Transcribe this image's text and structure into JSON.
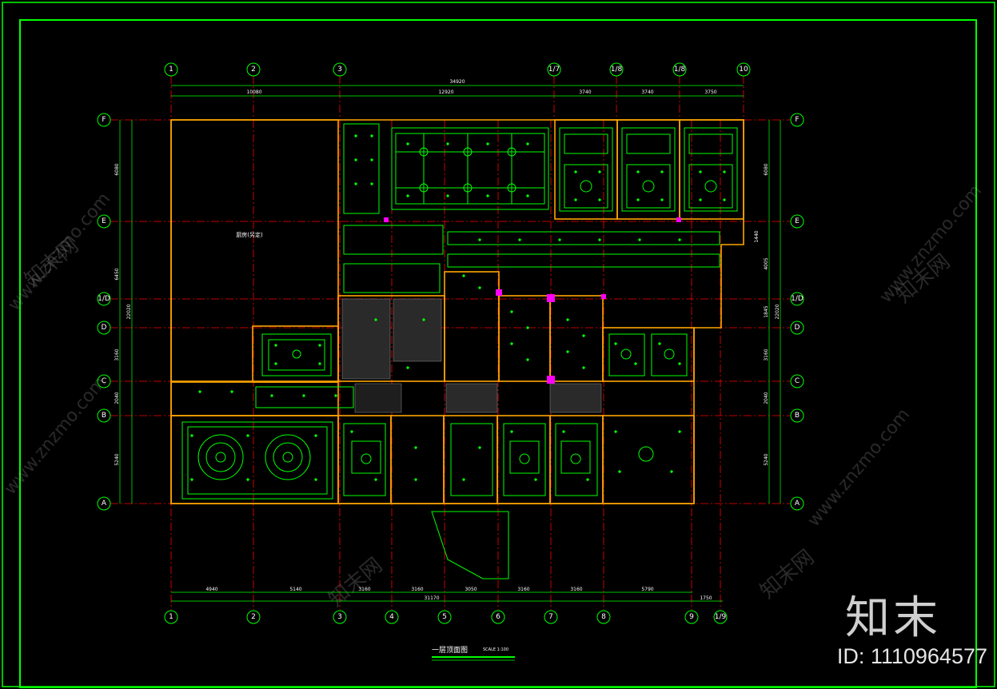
{
  "drawing": {
    "title": "一层顶面图",
    "scale": "SCALE 1:100",
    "room_label": "厨房(另定)"
  },
  "grid": {
    "top_axes": [
      "1",
      "2",
      "3",
      "1/7",
      "1/8",
      "1/8",
      "10"
    ],
    "bottom_axes": [
      "1",
      "2",
      "3",
      "4",
      "5",
      "6",
      "7",
      "8",
      "9",
      "1/9"
    ],
    "row_axes": [
      "F",
      "E",
      "1/D",
      "D",
      "C",
      "B",
      "A"
    ]
  },
  "dimensions": {
    "top_total": "34920",
    "top_segments": [
      "10080",
      "12920",
      "3740",
      "3740",
      "3750"
    ],
    "bottom_total": "31170",
    "bottom_segments": [
      "4940",
      "5140",
      "3160",
      "3160",
      "3050",
      "3160",
      "3160",
      "5790"
    ],
    "bottom_extra": "1750",
    "left_total": "22020",
    "left_segments": [
      "6080",
      "6450",
      "3160",
      "2040",
      "5240"
    ],
    "right_total": "22020",
    "right_segments": [
      "6080",
      "4005",
      "1845",
      "3160",
      "2040",
      "5240"
    ],
    "right_extra": "1440"
  },
  "watermark": {
    "site": "www.znzmo.com",
    "cn": "知末网",
    "brand": "知末",
    "id": "ID: 1110964577"
  },
  "colors": {
    "background": "#000000",
    "frame": "#00ff00",
    "grid_line": "#ff0000",
    "wall": "#ffa500",
    "light": "#00ff00",
    "marker": "#ff00ff"
  }
}
